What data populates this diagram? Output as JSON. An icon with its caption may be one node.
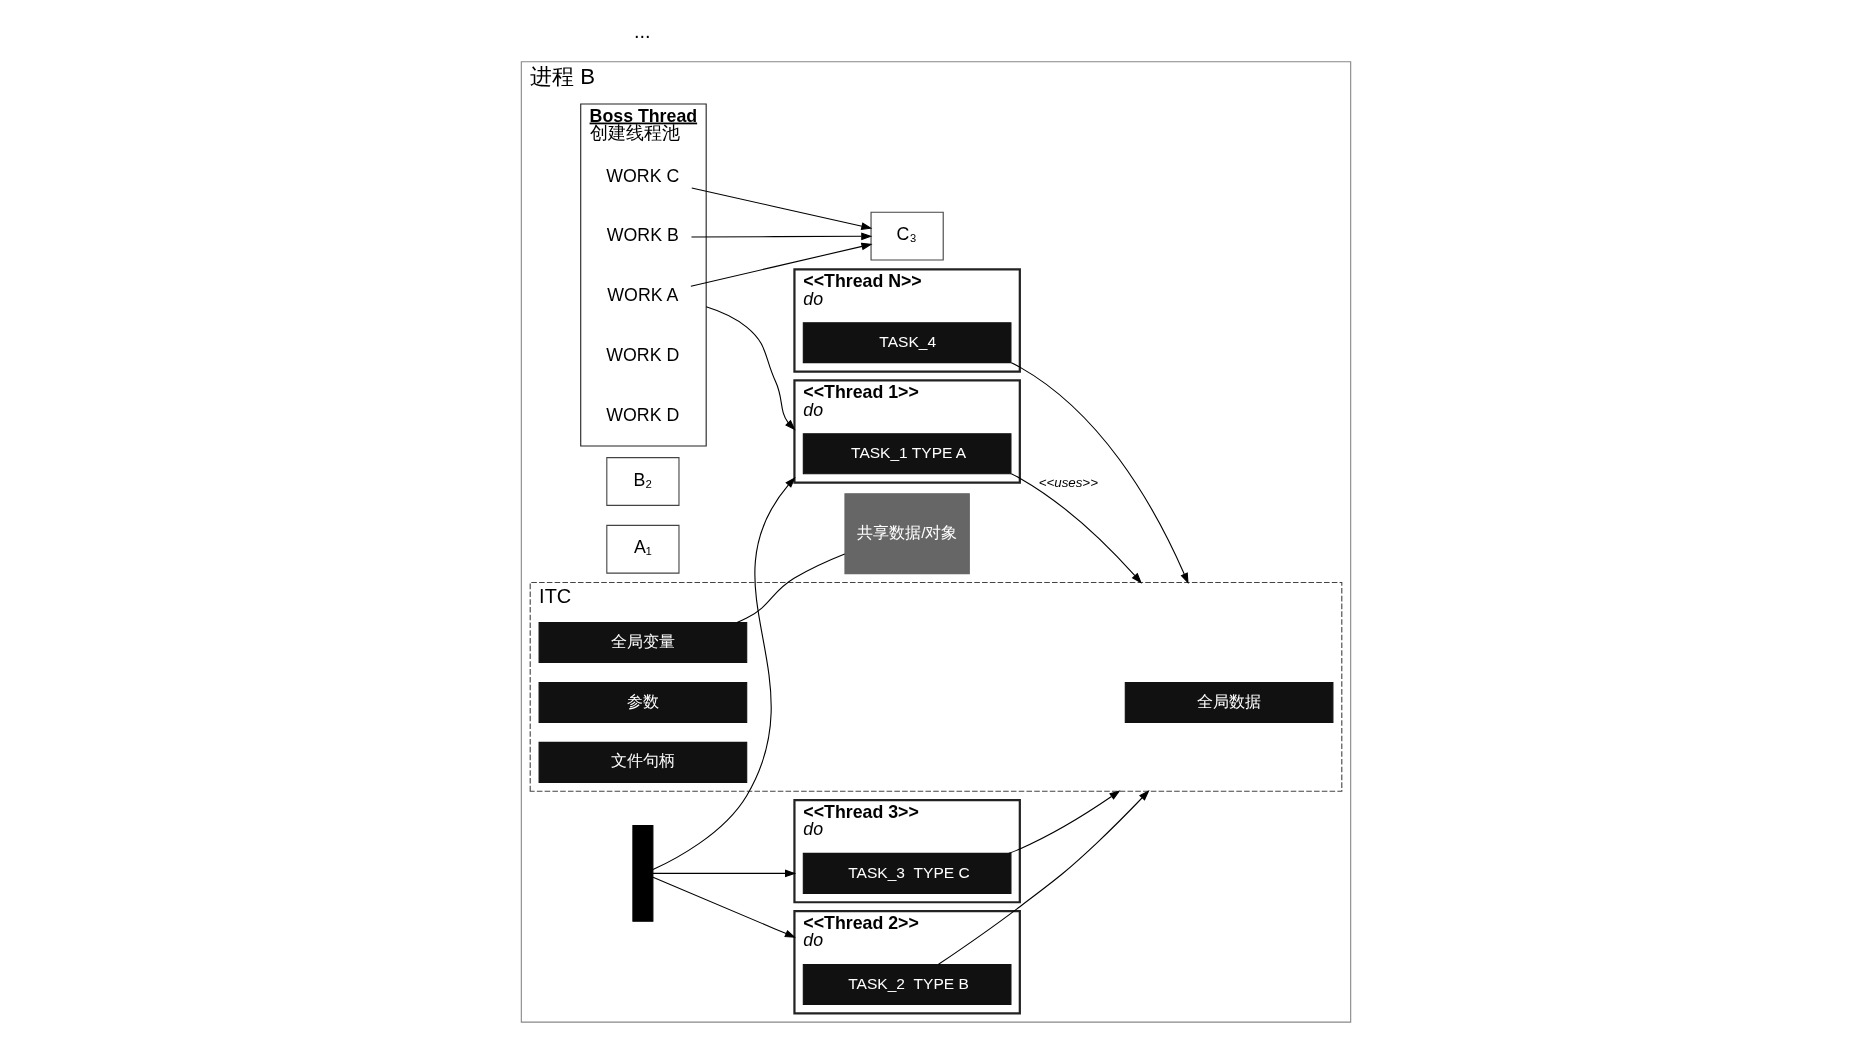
{
  "diagram": {
    "nodes": [
      {
        "text": [
          "进程 B"
        ]
      },
      {
        "text": [
          "Boss Thread",
          "创建线程池"
        ],
        "in": 0
      },
      {
        "text": [
          "WORK A"
        ],
        "in": 1
      },
      {
        "text": [
          "WORK B"
        ],
        "in": 1
      },
      {
        "text": [
          "WORK C"
        ],
        "in": 1
      },
      {
        "text": [
          "WORK D"
        ],
        "in": 1
      },
      {
        "text": [
          "WORK D"
        ],
        "in": 1
      },
      {
        "text": [
          "C₃"
        ],
        "in": 0
      },
      {
        "text": [
          "B₂"
        ],
        "in": 0
      },
      {
        "text": [
          "A₁"
        ],
        "in": 0
      },
      {
        "text": [],
        "shape": "bar",
        "in": 0
      },
      {
        "text": [
          "<<Thread 1>>",
          "do"
        ],
        "in": 0
      },
      {
        "text": [
          "TASK_1 TYPE A"
        ],
        "in": 11
      },
      {
        "text": [
          "<<Thread 2>>",
          "do"
        ],
        "in": 0
      },
      {
        "text": [
          "TASK_2  TYPE B"
        ],
        "in": 13
      },
      {
        "text": [
          "<<Thread 3>>",
          "do"
        ],
        "in": 0
      },
      {
        "text": [
          "TASK_3  TYPE C"
        ],
        "in": 15
      },
      {
        "text": [
          "<<Thread N>>",
          "do"
        ],
        "in": 0
      },
      {
        "text": [
          "TASK_4"
        ],
        "in": 17
      },
      {
        "text": [
          "ITC"
        ],
        "in": 0
      },
      {
        "text": [
          "全局数据"
        ],
        "in": 19
      },
      {
        "text": [
          "全局变量"
        ],
        "in": 19
      },
      {
        "text": [
          "参数"
        ],
        "in": 19
      },
      {
        "text": [
          "文件句柄"
        ],
        "in": 19
      },
      {
        "text": [
          "共享数据/对象"
        ],
        "in": 0
      }
    ],
    "edges": [
      {
        "from": 1,
        "to": 11,
        "arrow": "to"
      },
      {
        "from": 2,
        "to": 7,
        "arrow": "to"
      },
      {
        "from": 3,
        "to": 7,
        "arrow": "to"
      },
      {
        "from": 4,
        "to": 7,
        "arrow": "to"
      },
      {
        "from": 10,
        "to": 11,
        "arrow": "to"
      },
      {
        "from": 10,
        "to": 13,
        "arrow": "to"
      },
      {
        "from": 10,
        "to": 15,
        "arrow": "to"
      },
      {
        "from": 12,
        "to": 19,
        "arrow": "to",
        "label": "<<uses>>"
      },
      {
        "from": 14,
        "to": 19,
        "arrow": "to"
      },
      {
        "from": 16,
        "to": 19,
        "arrow": "to"
      },
      {
        "from": 18,
        "to": 19,
        "arrow": "to"
      },
      {
        "from": 21,
        "to": 24,
        "arrow": "none"
      }
    ],
    "labels": [
      "..."
    ]
  }
}
